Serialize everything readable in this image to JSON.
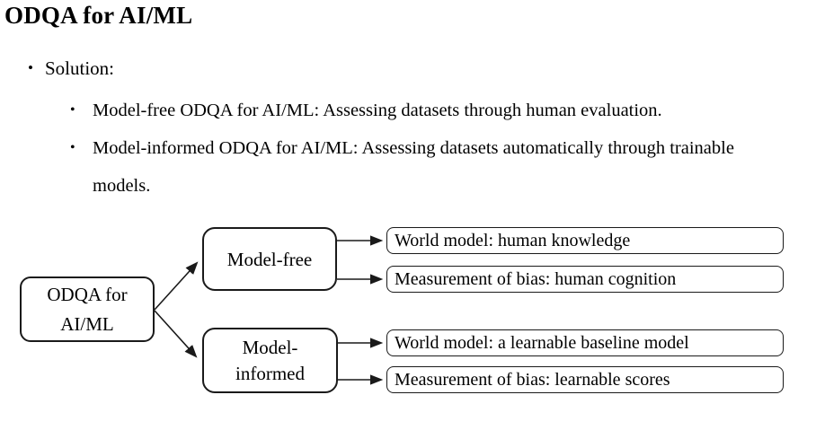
{
  "ui": {
    "bullet_char": "•"
  },
  "colors": {
    "background": "#ffffff",
    "text": "#000000",
    "box_border": "#1a1a1a"
  },
  "slide": {
    "title": "ODQA for AI/ML",
    "bullets": {
      "solution_label": "Solution:",
      "items": [
        {
          "text": "Model-free ODQA for AI/ML: Assessing datasets through human evaluation."
        },
        {
          "text": "Model-informed ODQA for AI/ML: Assessing datasets automatically through trainable\nmodels."
        }
      ]
    }
  },
  "diagram": {
    "root_label": "ODQA for\nAI/ML",
    "branches": [
      {
        "label": "Model-free",
        "leaves": [
          "World model: human knowledge",
          "Measurement of bias: human cognition"
        ]
      },
      {
        "label": "Model-\ninformed",
        "leaves": [
          "World model: a learnable baseline model",
          "Measurement of bias: learnable scores"
        ]
      }
    ]
  }
}
